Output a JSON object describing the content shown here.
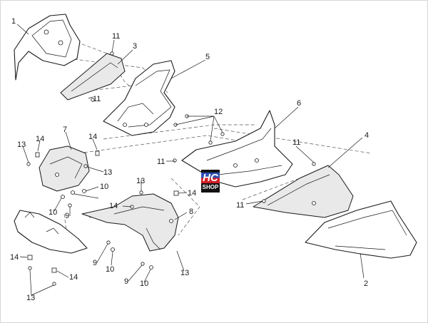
{
  "diagram": {
    "callouts": [
      {
        "id": "c1",
        "text": "1"
      },
      {
        "id": "c2",
        "text": "2"
      },
      {
        "id": "c3",
        "text": "3"
      },
      {
        "id": "c4",
        "text": "4"
      },
      {
        "id": "c5",
        "text": "5"
      },
      {
        "id": "c6",
        "text": "6"
      },
      {
        "id": "c7",
        "text": "7"
      },
      {
        "id": "c8",
        "text": "8"
      },
      {
        "id": "c9a",
        "text": "9"
      },
      {
        "id": "c9b",
        "text": "9"
      },
      {
        "id": "c9c",
        "text": "9"
      },
      {
        "id": "c10a",
        "text": "10"
      },
      {
        "id": "c10b",
        "text": "10"
      },
      {
        "id": "c10c",
        "text": "10"
      },
      {
        "id": "c10d",
        "text": "10"
      },
      {
        "id": "c11a",
        "text": "11"
      },
      {
        "id": "c11b",
        "text": "11"
      },
      {
        "id": "c11c",
        "text": "11"
      },
      {
        "id": "c11d",
        "text": "11"
      },
      {
        "id": "c11e",
        "text": "11"
      },
      {
        "id": "c12",
        "text": "12"
      },
      {
        "id": "c13a",
        "text": "13"
      },
      {
        "id": "c13b",
        "text": "13"
      },
      {
        "id": "c13c",
        "text": "13"
      },
      {
        "id": "c13d",
        "text": "13"
      },
      {
        "id": "c13e",
        "text": "13"
      },
      {
        "id": "c14a",
        "text": "14"
      },
      {
        "id": "c14b",
        "text": "14"
      },
      {
        "id": "c14c",
        "text": "14"
      },
      {
        "id": "c14d",
        "text": "14"
      },
      {
        "id": "c14e",
        "text": "14"
      },
      {
        "id": "c14f",
        "text": "14"
      }
    ]
  },
  "logo": {
    "top": "HC",
    "bottom": "SHOP"
  },
  "colors": {
    "logo_blue": "#2d4fb4",
    "logo_red": "#d21f26",
    "line": "#1a1a1a"
  }
}
